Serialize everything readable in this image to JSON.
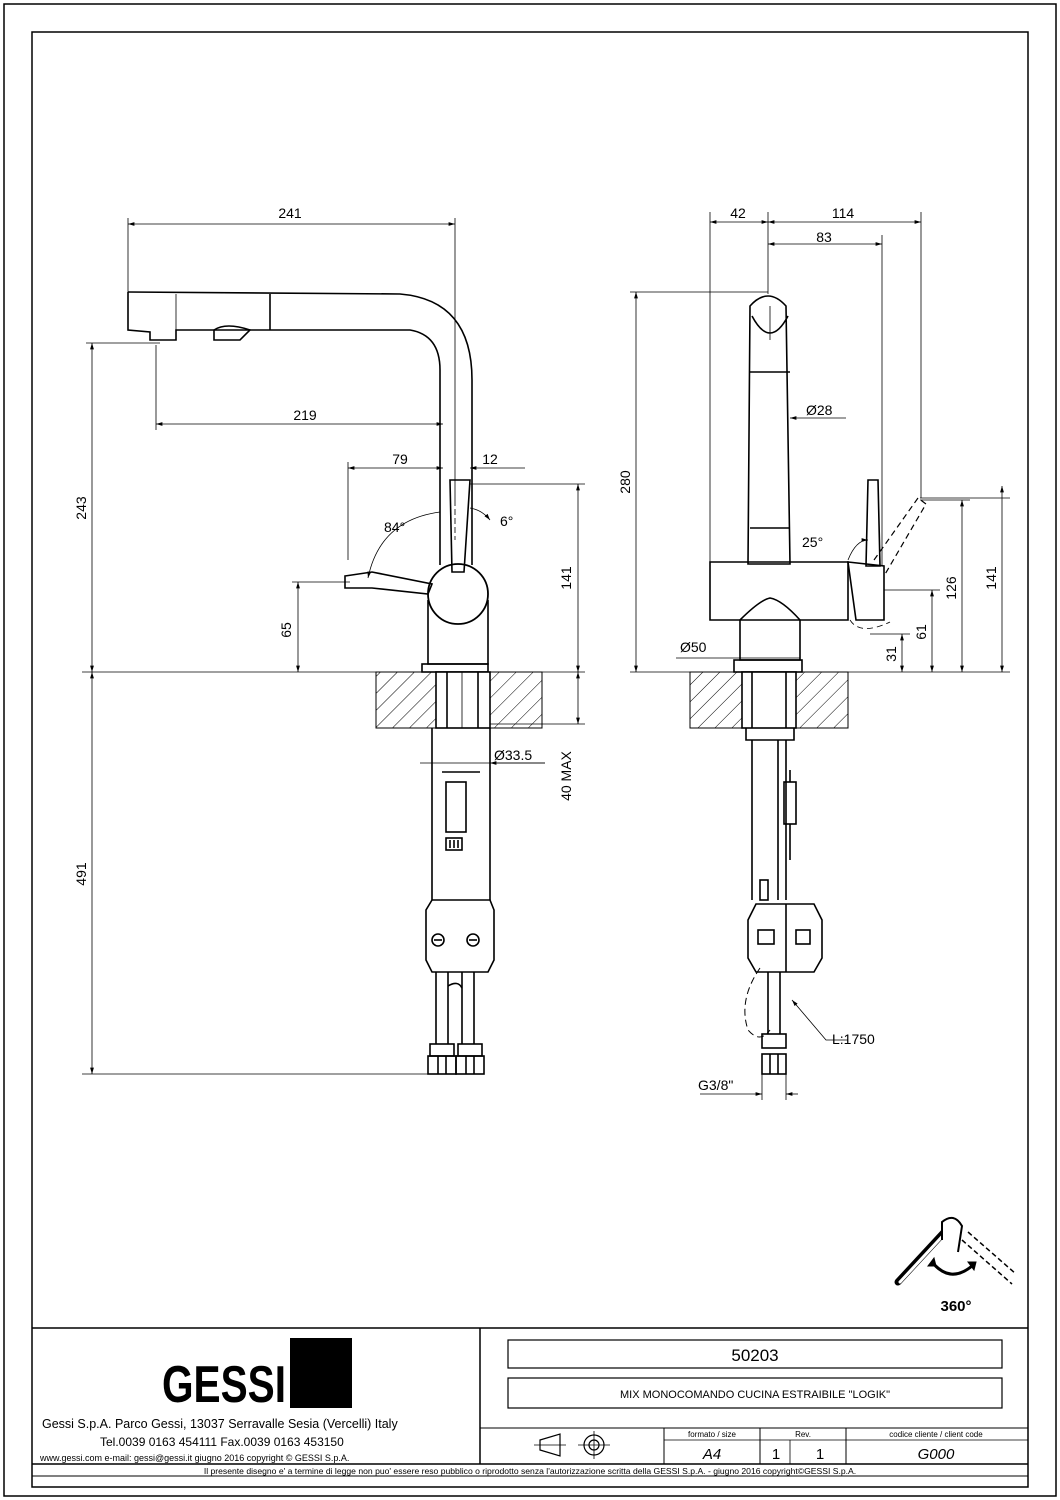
{
  "drawing": {
    "side_view": {
      "dims": {
        "overall_reach": "241",
        "spout_reach": "219",
        "handle_offset": "79",
        "handle_tip": "12",
        "overall_height": "243",
        "handle_height": "65",
        "lever_height": "141",
        "below_deck": "491",
        "pipe_diameter": "Ø33.5",
        "deck_max": "40 MAX",
        "angle_open": "84°",
        "angle_tilt": "6°"
      }
    },
    "front_view": {
      "dims": {
        "left_offset": "42",
        "right_width": "114",
        "lever_offset": "83",
        "overall_height": "280",
        "spout_diameter": "Ø28",
        "lever_angle": "25°",
        "base_diameter": "Ø50",
        "dim_31": "31",
        "dim_61": "61",
        "dim_126": "126",
        "dim_141": "141",
        "hose_length": "L:1750",
        "connection": "G3/8\""
      }
    },
    "rotation_label": "360°"
  },
  "title_block": {
    "logo": "GESSI",
    "company": "Gessi S.p.A. Parco Gessi, 13037 Serravalle Sesia (Vercelli) Italy",
    "phone": "Tel.0039  0163  454111  Fax.0039  0163  453150",
    "web": "www.gessi.com  e-mail: gessi@gessi.it     giugno  2016     copyright © GESSI  S.p.A.",
    "code": "50203",
    "description": "MIX MONOCOMANDO CUCINA ESTRAIBILE \"LOGIK\"",
    "size_label": "formato / size",
    "size_value": "A4",
    "rev_label": "Rev.",
    "rev_value_1": "1",
    "rev_value_2": "1",
    "client_label": "codice cliente / client code",
    "client_value": "G000",
    "footer": "Il presente disegno e' a termine di legge non puo' essere reso pubblico o riprodotto senza l'autorizzazione scritta della GESSI S.p.A. - giugno 2016     copyright©GESSI S.p.A."
  }
}
